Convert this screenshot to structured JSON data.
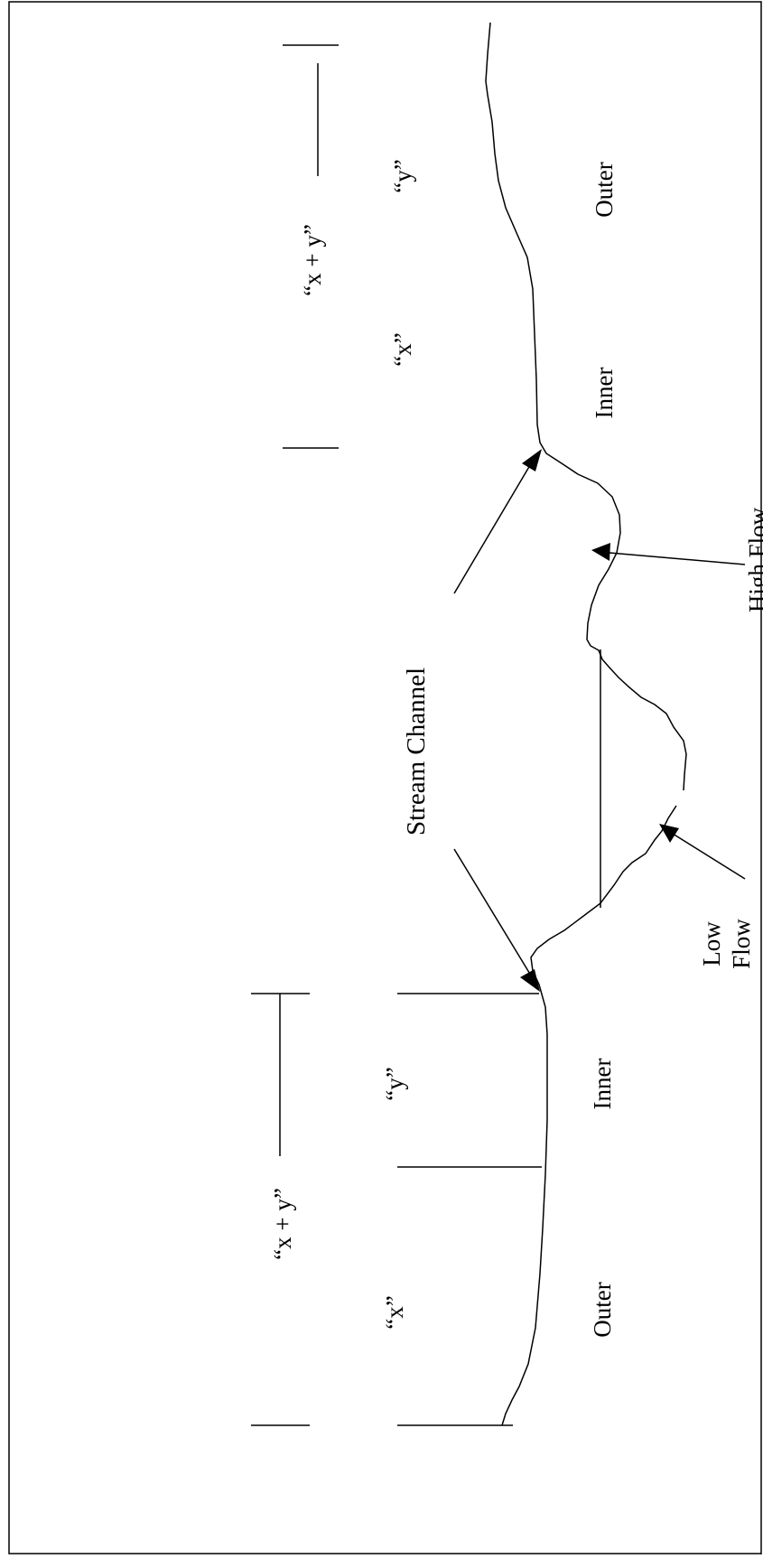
{
  "diagram": {
    "labels": {
      "stream_channel": "Stream Channel",
      "x_plus_y_top": "“x + y”",
      "x_plus_y_bottom": "“x + y”",
      "x_top": "“x”",
      "y_top": "“y”",
      "x_bottom": "“x”",
      "y_bottom": "“y”",
      "outer_top": "Outer",
      "inner_top": "Inner",
      "inner_bottom": "Inner",
      "outer_bottom": "Outer",
      "high_flow": "High Flow",
      "low_flow_line1": "Low",
      "low_flow_line2": "Flow"
    },
    "colors": {
      "line": "#000000",
      "background": "#ffffff"
    }
  }
}
